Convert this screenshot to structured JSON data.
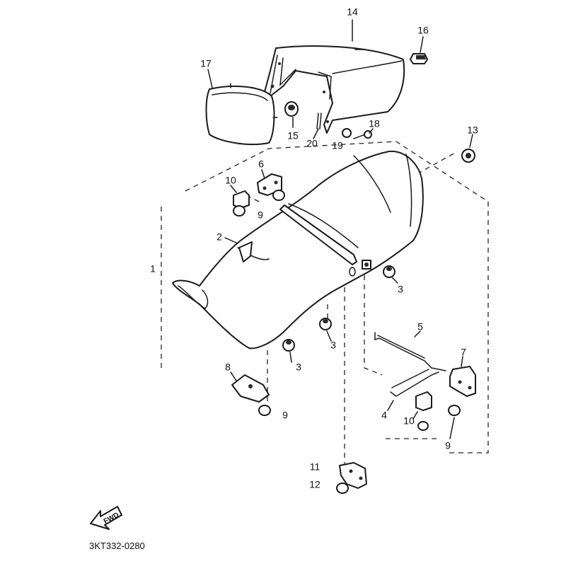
{
  "diagram_code": "3KT332-0280",
  "fwd_label": "FWD",
  "callouts": [
    {
      "id": "c14",
      "label": "14"
    },
    {
      "id": "c16",
      "label": "16"
    },
    {
      "id": "c17",
      "label": "17"
    },
    {
      "id": "c15",
      "label": "15"
    },
    {
      "id": "c20",
      "label": "20"
    },
    {
      "id": "c18",
      "label": "18"
    },
    {
      "id": "c19",
      "label": "19"
    },
    {
      "id": "c13",
      "label": "13"
    },
    {
      "id": "c6",
      "label": "6"
    },
    {
      "id": "c10a",
      "label": "10"
    },
    {
      "id": "c9a",
      "label": "9"
    },
    {
      "id": "c2",
      "label": "2"
    },
    {
      "id": "c1",
      "label": "1"
    },
    {
      "id": "c3a",
      "label": "3"
    },
    {
      "id": "c3b",
      "label": "3"
    },
    {
      "id": "c3c",
      "label": "3"
    },
    {
      "id": "c5",
      "label": "5"
    },
    {
      "id": "c7",
      "label": "7"
    },
    {
      "id": "c8",
      "label": "8"
    },
    {
      "id": "c9b",
      "label": "9"
    },
    {
      "id": "c4",
      "label": "4"
    },
    {
      "id": "c10b",
      "label": "10"
    },
    {
      "id": "c9c",
      "label": "9"
    },
    {
      "id": "c11",
      "label": "11"
    },
    {
      "id": "c12",
      "label": "12"
    }
  ]
}
